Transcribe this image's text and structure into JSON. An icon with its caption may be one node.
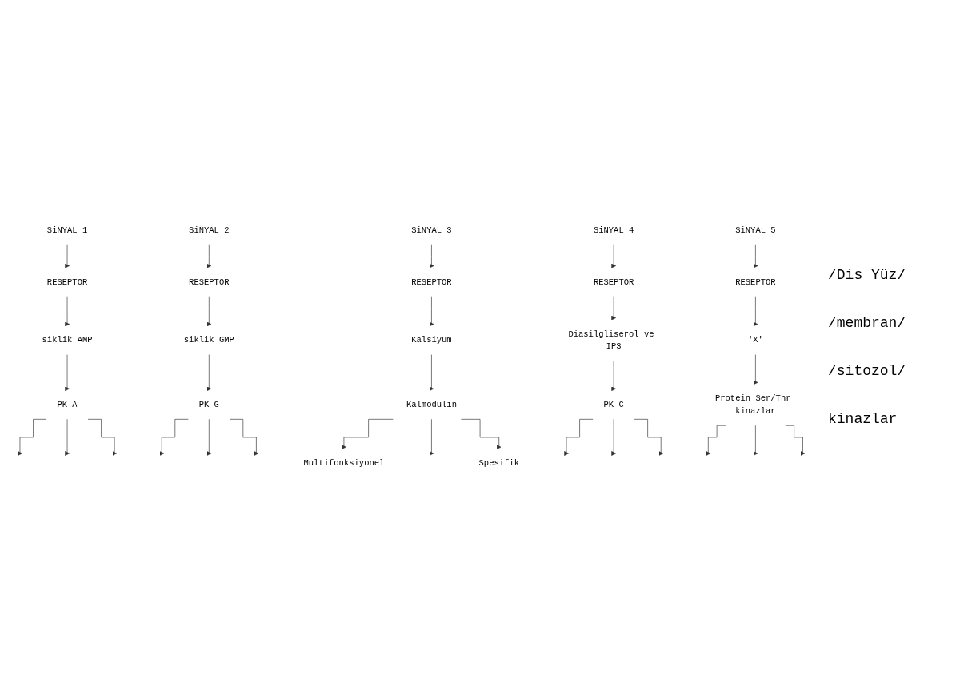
{
  "diagram": {
    "nodes": [
      {
        "text": [
          "SiNYAL 1"
        ]
      },
      {
        "text": [
          "SiNYAL 2"
        ]
      },
      {
        "text": [
          "SiNYAL 3"
        ]
      },
      {
        "text": [
          "SiNYAL 4"
        ]
      },
      {
        "text": [
          "SiNYAL 5"
        ]
      },
      {
        "text": [
          "RESEPTOR"
        ]
      },
      {
        "text": [
          "RESEPTOR"
        ]
      },
      {
        "text": [
          "RESEPTOR"
        ]
      },
      {
        "text": [
          "RESEPTOR"
        ]
      },
      {
        "text": [
          "RESEPTOR"
        ]
      },
      {
        "text": [
          "siklik AMP"
        ]
      },
      {
        "text": [
          "siklik GMP"
        ]
      },
      {
        "text": [
          "Kalsiyum"
        ]
      },
      {
        "text": [
          "Diasilgliserol ve IP3"
        ]
      },
      {
        "text": [
          "'X'"
        ]
      },
      {
        "text": [
          "PK-A"
        ]
      },
      {
        "text": [
          "PK-G"
        ]
      },
      {
        "text": [
          "Kalmodulin"
        ]
      },
      {
        "text": [
          "PK-C"
        ]
      },
      {
        "text": [
          "Protein Ser/Thr kinazlar"
        ]
      },
      {
        "text": [
          "Multifonksiyonel"
        ]
      },
      {
        "text": [
          "Spesifik"
        ]
      }
    ],
    "edges": [
      {
        "from": 0,
        "to": 5,
        "arrow": "to"
      },
      {
        "from": 1,
        "to": 6,
        "arrow": "to"
      },
      {
        "from": 2,
        "to": 7,
        "arrow": "to"
      },
      {
        "from": 3,
        "to": 8,
        "arrow": "to"
      },
      {
        "from": 4,
        "to": 9,
        "arrow": "to"
      },
      {
        "from": 5,
        "to": 10,
        "arrow": "to"
      },
      {
        "from": 6,
        "to": 11,
        "arrow": "to"
      },
      {
        "from": 7,
        "to": 12,
        "arrow": "to"
      },
      {
        "from": 8,
        "to": 13,
        "arrow": "to"
      },
      {
        "from": 9,
        "to": 14,
        "arrow": "to"
      },
      {
        "from": 10,
        "to": 15,
        "arrow": "to"
      },
      {
        "from": 11,
        "to": 16,
        "arrow": "to"
      },
      {
        "from": 12,
        "to": 17,
        "arrow": "to"
      },
      {
        "from": 13,
        "to": 18,
        "arrow": "to"
      },
      {
        "from": 14,
        "to": 19,
        "arrow": "to"
      },
      {
        "from": 15,
        "to": null,
        "arrow": "to"
      },
      {
        "from": 15,
        "to": null,
        "arrow": "to"
      },
      {
        "from": 15,
        "to": null,
        "arrow": "to"
      },
      {
        "from": 16,
        "to": null,
        "arrow": "to"
      },
      {
        "from": 16,
        "to": null,
        "arrow": "to"
      },
      {
        "from": 16,
        "to": null,
        "arrow": "to"
      },
      {
        "from": 17,
        "to": 20,
        "arrow": "to"
      },
      {
        "from": 17,
        "to": null,
        "arrow": "to"
      },
      {
        "from": 17,
        "to": 21,
        "arrow": "to"
      },
      {
        "from": 18,
        "to": null,
        "arrow": "to"
      },
      {
        "from": 18,
        "to": null,
        "arrow": "to"
      },
      {
        "from": 18,
        "to": null,
        "arrow": "to"
      },
      {
        "from": 19,
        "to": null,
        "arrow": "to"
      },
      {
        "from": 19,
        "to": null,
        "arrow": "to"
      },
      {
        "from": 19,
        "to": null,
        "arrow": "to"
      }
    ],
    "labels": [
      "/Dis Yüz/",
      "/membran/",
      "/sitozol/",
      "kinazlar"
    ]
  }
}
